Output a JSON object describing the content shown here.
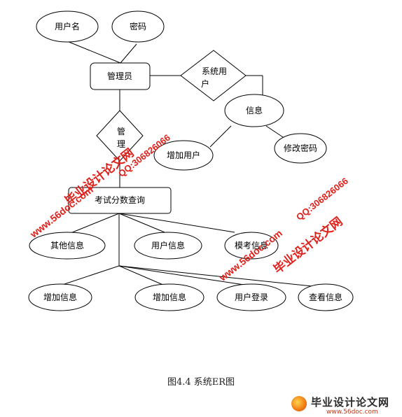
{
  "diagram": {
    "nodes": {
      "username": "用户名",
      "password": "密码",
      "admin": "管理员",
      "system_user": "系统用\n户",
      "info": "信息",
      "manage": "管\n理",
      "add_user": "增加用户",
      "change_password": "修改密码",
      "score_query": "考试分数查询",
      "other_info": "其他信息",
      "user_info": "用户信息",
      "partial_info": "模考信息",
      "add_info_1": "增加信息",
      "add_info_2": "增加信息",
      "user_login": "用户登录",
      "view_info": "查看信息"
    }
  },
  "caption": "图4.4 系统ER图",
  "watermarks": {
    "brand_cn": "毕业设计论文网",
    "site": "www.56doc.com",
    "qq": "QQ:306826066"
  },
  "logo": {
    "title": "毕业设计论文网",
    "url": "www.56doc.com"
  },
  "colors": {
    "watermark": "#e0201a",
    "line": "#000000"
  }
}
